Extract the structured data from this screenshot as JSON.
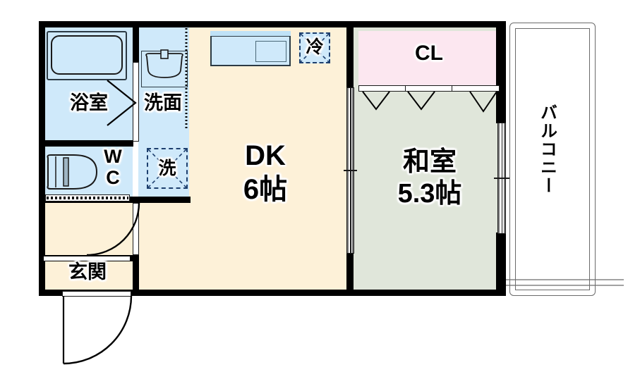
{
  "plan": {
    "type": "floor-plan",
    "title": "1DK apartment floor plan",
    "units": "帖 (jo / tatami mats)"
  },
  "colors": {
    "wall": "#000000",
    "dk_floor": "#fdf1d8",
    "washitsu_floor": "#e0e6da",
    "wet_area": "#cfe9fa",
    "closet": "#fce7f0",
    "balcony": "#ffffff",
    "fixture_outline": "#2b3a44",
    "dashed_outline": "#1d3f6e"
  },
  "rooms": {
    "bathroom": {
      "label": "浴室",
      "name": "bathroom"
    },
    "washroom": {
      "label": "洗面",
      "name": "washroom-vanity"
    },
    "toilet": {
      "label_line1": "W",
      "label_line2": "C",
      "name": "toilet"
    },
    "laundry": {
      "label": "洗",
      "name": "washing-machine-space"
    },
    "entrance": {
      "label": "玄関",
      "name": "entrance-genkan"
    },
    "dk": {
      "label_line1": "DK",
      "label_line2": "6帖",
      "size": "6帖",
      "name": "dining-kitchen"
    },
    "washitsu": {
      "label_line1": "和室",
      "label_line2": "5.3帖",
      "size": "5.3帖",
      "name": "japanese-room"
    },
    "closet": {
      "label": "CL",
      "name": "closet"
    },
    "balcony": {
      "label": "バルコニー",
      "name": "balcony"
    }
  },
  "fixtures": {
    "bathtub": "bathtub",
    "vanity": "vanity-sink",
    "toilet_bowl": "toilet-bowl",
    "kitchen_counter": "kitchen-counter-sink",
    "refrigerator": {
      "label": "冷",
      "name": "refrigerator-space"
    },
    "washer": {
      "label": "洗",
      "name": "washer-space"
    }
  },
  "doors": {
    "entrance_door": "entrance-swing-door",
    "hall_door": "hall-swing-door",
    "bath_door": "bathroom-folding-door",
    "toilet_door": "toilet-sliding-door",
    "dk_washitsu_door": "dk-washitsu-sliding-door",
    "balcony_door": "balcony-sliding-door",
    "closet_doors": "closet-sliding-doors"
  }
}
